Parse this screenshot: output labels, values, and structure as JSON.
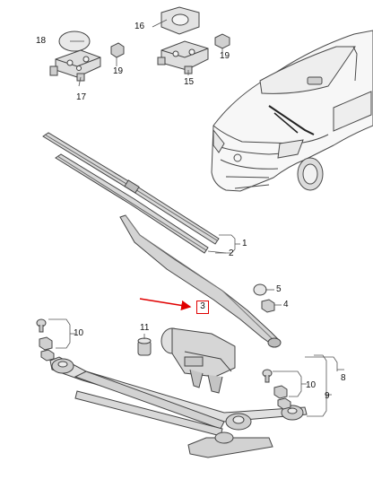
{
  "labels": {
    "l1": "1",
    "l2": "2",
    "l3": "3",
    "l4": "4",
    "l5": "5",
    "l8": "8",
    "l9": "9",
    "l10a": "10",
    "l10b": "10",
    "l11": "11",
    "l15": "15",
    "l16": "16",
    "l17": "17",
    "l18": "18",
    "l19a": "19",
    "l19b": "19"
  },
  "colors": {
    "line": "#3a3a3a",
    "part_fill": "#e4e4e4",
    "part_dark": "#b8b8b8",
    "callout": "#e00000"
  },
  "icons": {
    "car": "car-front-quarter-icon",
    "arrow": "red-pointer-arrow-icon"
  }
}
